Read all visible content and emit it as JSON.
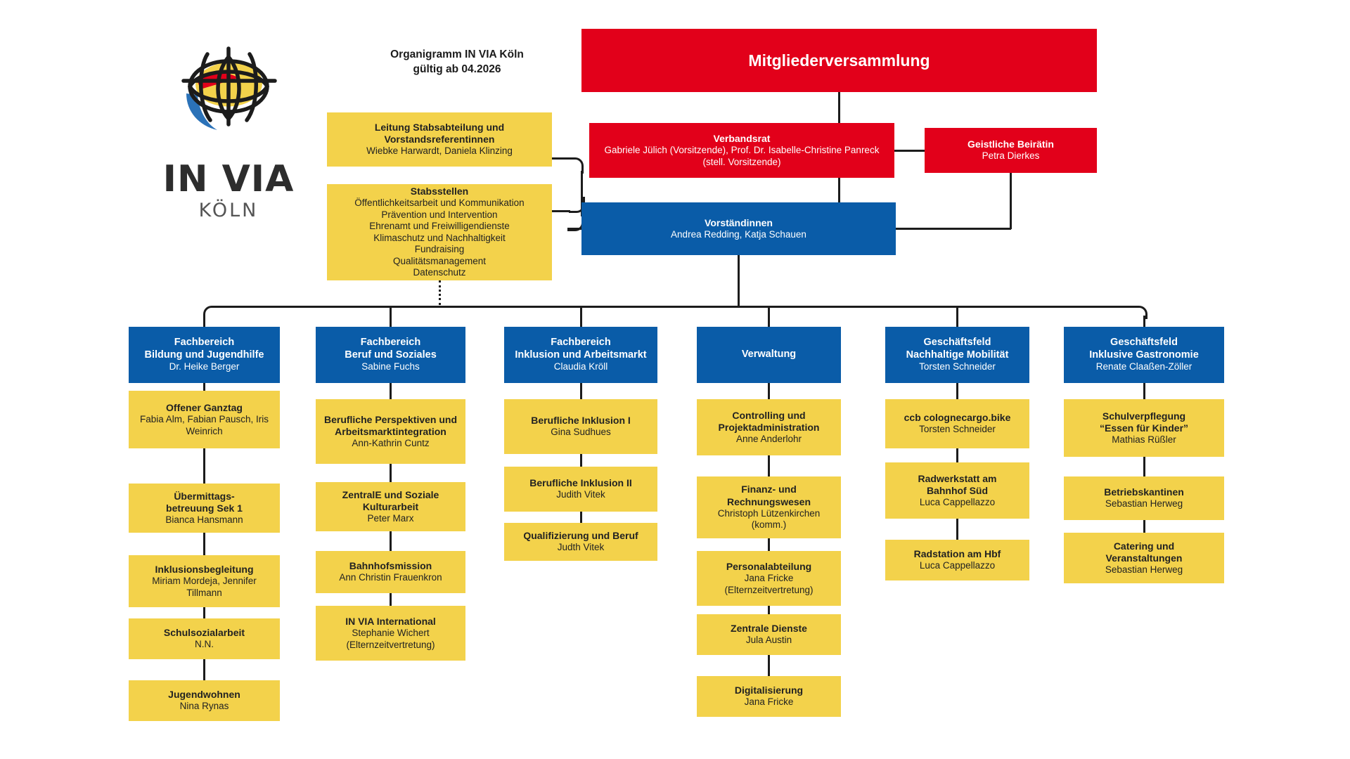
{
  "logo": {
    "wordmark": "IN VIA",
    "city": "KÖLN",
    "colors": {
      "red": "#e2001a",
      "yellow": "#f3d24b",
      "blue": "#2b72b8",
      "dark": "#2d2d2d"
    }
  },
  "title": {
    "line1": "Organigramm IN VIA Köln",
    "line2": "gültig ab 04.2026"
  },
  "palette": {
    "red": "#e2001a",
    "blue": "#0a5ca8",
    "yellow": "#f3d24b",
    "line": "#1c1c1c",
    "text_light": "#ffffff",
    "text_dark": "#222222"
  },
  "governance": {
    "assembly": {
      "title": "Mitgliederversammlung",
      "subtitle": ""
    },
    "council": {
      "title": "Verbandsrat",
      "subtitle": "Gabriele Jülich (Vorsitzende), Prof. Dr. Isabelle-Christine Panreck (stell. Vorsitzende)"
    },
    "spiritual_advisor": {
      "title": "Geistliche Beirätin",
      "subtitle": "Petra Dierkes"
    },
    "board": {
      "title": "Vorständinnen",
      "subtitle": "Andrea Redding, Katja Schauen"
    }
  },
  "staff_units": {
    "leadership": {
      "title": "Leitung Stabsabteilung und Vorstandsreferentinnen",
      "subtitle": "Wiebke Harwardt, Daniela Klinzing"
    },
    "stabsstellen": {
      "title": "Stabsstellen",
      "items": [
        "Öffentlichkeitsarbeit und Kommunikation",
        "Prävention und Intervention",
        "Ehrenamt und Freiwilligendienste",
        "Klimaschutz und Nachhaltigkeit",
        "Fundraising",
        "Qualitätsmanagement",
        "Datenschutz"
      ]
    }
  },
  "columns": [
    {
      "head": {
        "title": "Fachbereich\nBildung und Jugendhilfe",
        "subtitle": "Dr. Heike Berger"
      },
      "units": [
        {
          "title": "Offener Ganztag",
          "subtitle": "Fabia Alm, Fabian Pausch, Iris Weinrich"
        },
        {
          "title": "Übermittags-\nbetreuung Sek 1",
          "subtitle": "Bianca Hansmann"
        },
        {
          "title": "Inklusionsbegleitung",
          "subtitle": "Miriam Mordeja, Jennifer Tillmann"
        },
        {
          "title": "Schulsozialarbeit",
          "subtitle": "N.N."
        },
        {
          "title": "Jugendwohnen",
          "subtitle": "Nina Rynas"
        }
      ]
    },
    {
      "head": {
        "title": "Fachbereich\nBeruf und Soziales",
        "subtitle": "Sabine Fuchs"
      },
      "units": [
        {
          "title": "Berufliche Perspektiven und\nArbeitsmarktintegration",
          "subtitle": "Ann-Kathrin Cuntz"
        },
        {
          "title": "ZentralE und Soziale\nKulturarbeit",
          "subtitle": "Peter Marx"
        },
        {
          "title": "Bahnhofsmission",
          "subtitle": "Ann Christin Frauenkron"
        },
        {
          "title": "IN VIA International",
          "subtitle": "Stephanie Wichert\n(Elternzeitvertretung)"
        }
      ]
    },
    {
      "head": {
        "title": "Fachbereich\nInklusion und Arbeitsmarkt",
        "subtitle": "Claudia Kröll"
      },
      "units": [
        {
          "title": "Berufliche Inklusion I",
          "subtitle": "Gina Sudhues"
        },
        {
          "title": "Berufliche Inklusion II",
          "subtitle": "Judith Vitek"
        },
        {
          "title": "Qualifizierung und Beruf",
          "subtitle": "Judth Vitek"
        }
      ]
    },
    {
      "head": {
        "title": "Verwaltung",
        "subtitle": ""
      },
      "units": [
        {
          "title": "Controlling und\nProjektadministration",
          "subtitle": "Anne Anderlohr"
        },
        {
          "title": "Finanz- und\nRechnungswesen",
          "subtitle": "Christoph Lützenkirchen\n(komm.)"
        },
        {
          "title": "Personalabteilung",
          "subtitle": "Jana Fricke\n(Elternzeitvertretung)"
        },
        {
          "title": "Zentrale Dienste",
          "subtitle": "Jula Austin"
        },
        {
          "title": "Digitalisierung",
          "subtitle": "Jana Fricke"
        }
      ]
    },
    {
      "head": {
        "title": "Geschäftsfeld\nNachhaltige Mobilität",
        "subtitle": "Torsten Schneider"
      },
      "units": [
        {
          "title": "ccb colognecargo.bike",
          "subtitle": "Torsten Schneider"
        },
        {
          "title": "Radwerkstatt am\nBahnhof Süd",
          "subtitle": "Luca Cappellazzo"
        },
        {
          "title": "Radstation am Hbf",
          "subtitle": "Luca Cappellazzo"
        }
      ]
    },
    {
      "head": {
        "title": "Geschäftsfeld\nInklusive Gastronomie",
        "subtitle": "Renate Claaßen-Zöller"
      },
      "units": [
        {
          "title": "Schulverpflegung\n“Essen für Kinder”",
          "subtitle": "Mathias Rüßler"
        },
        {
          "title": "Betriebskantinen",
          "subtitle": "Sebastian Herweg"
        },
        {
          "title": "Catering und\nVeranstaltungen",
          "subtitle": "Sebastian Herweg"
        }
      ]
    }
  ]
}
